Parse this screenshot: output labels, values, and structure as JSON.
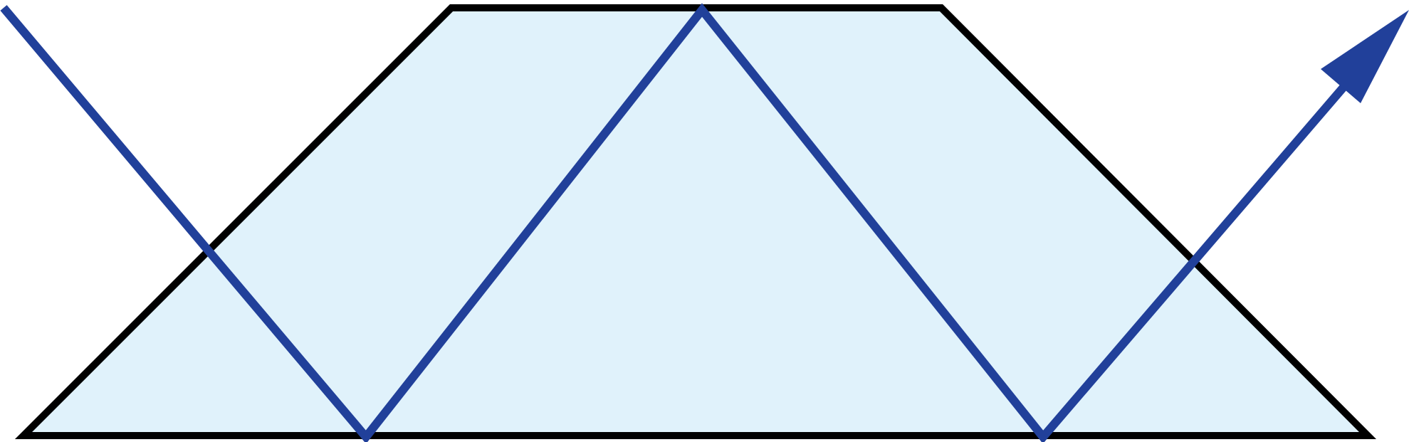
{
  "diagram": {
    "shape": "trapezoid-prism",
    "colors": {
      "prism_fill": "#e0f2fb",
      "prism_stroke": "#000000",
      "ray": "#21409a",
      "background": "#ffffff"
    },
    "ray_path": {
      "reflections": 3,
      "ends_with": "arrowhead"
    }
  }
}
